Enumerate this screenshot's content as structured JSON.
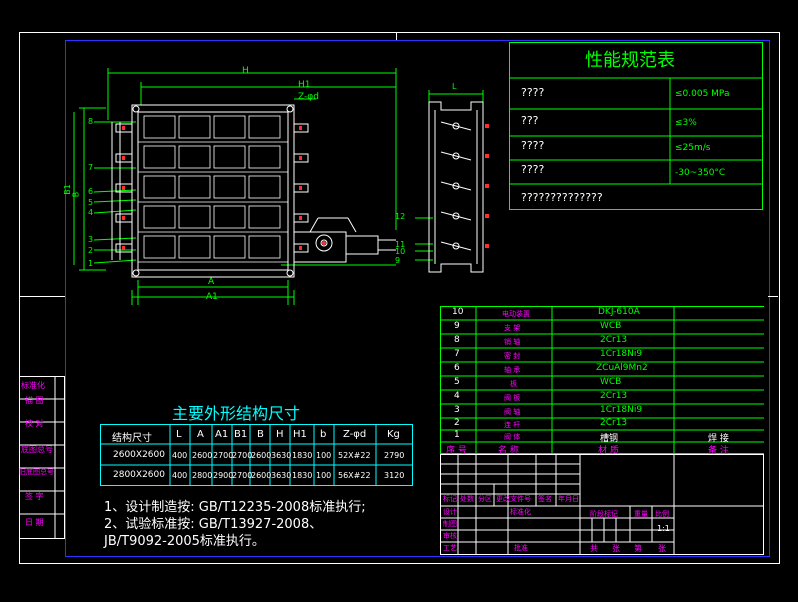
{
  "perf_table": {
    "title": "性能规范表",
    "rows": [
      {
        "label": "????",
        "value": "≤0.005  MPa"
      },
      {
        "label": "???",
        "value": "≤3%"
      },
      {
        "label": "????",
        "value": "≤25m/s"
      },
      {
        "label": "????",
        "value": "-30~350°C"
      }
    ],
    "footer": "??????????????"
  },
  "parts_table": {
    "rows": [
      {
        "no": "10",
        "name": "电动装置",
        "material": "DKJ-610A",
        "note": ""
      },
      {
        "no": "9",
        "name": "支  架",
        "material": "WCB",
        "note": ""
      },
      {
        "no": "8",
        "name": "销  轴",
        "material": "2Cr13",
        "note": ""
      },
      {
        "no": "7",
        "name": "密  封",
        "material": "1Cr18Ni9",
        "note": ""
      },
      {
        "no": "6",
        "name": "轴  承",
        "material": "ZCuAl9Mn2",
        "note": ""
      },
      {
        "no": "5",
        "name": "板",
        "material": "WCB",
        "note": ""
      },
      {
        "no": "4",
        "name": "阀  板",
        "material": "2Cr13",
        "note": ""
      },
      {
        "no": "3",
        "name": "阀  轴",
        "material": "1Cr18Ni9",
        "note": ""
      },
      {
        "no": "2",
        "name": "连  杆",
        "material": "2Cr13",
        "note": ""
      },
      {
        "no": "1",
        "name": "阀  体",
        "material": "槽钢",
        "note": "焊  接"
      }
    ],
    "header": {
      "no": "序 号",
      "name": "名  称",
      "material": "材  质",
      "note": "备  注"
    }
  },
  "dims_table": {
    "title": "主要外形结构尺寸",
    "headers": [
      "结构尺寸",
      "L",
      "A",
      "A1",
      "B1",
      "B",
      "H",
      "H1",
      "b",
      "Z-φd",
      "Kg"
    ],
    "rows": [
      [
        "2600X2600",
        "400",
        "2600",
        "2700",
        "2700",
        "2600",
        "3630",
        "1830",
        "100",
        "52X#22",
        "2790"
      ],
      [
        "2800X2600",
        "400",
        "2800",
        "2900",
        "2700",
        "2600",
        "3630",
        "1830",
        "100",
        "56X#22",
        "3120"
      ]
    ]
  },
  "notes": [
    "1、设计制造按: GB/T12235-2008标准执行;",
    "2、试验标准按: GB/T13927-2008、",
    "JB/T9092-2005标准执行。"
  ],
  "dims": {
    "H": "H",
    "H1": "H1",
    "Z": "Z-φd",
    "A": "A",
    "A1": "A1",
    "B": "B",
    "B1": "B1",
    "L": "L"
  },
  "front_callouts": [
    "8",
    "7",
    "6",
    "5",
    "4",
    "3",
    "2",
    "1"
  ],
  "side_callouts": [
    "12",
    "11",
    "10",
    "9"
  ],
  "left_strip": [
    "标准化",
    "描 图",
    "校 对",
    "底图总号",
    "旧底图总号",
    "签 字",
    "日 期"
  ],
  "title_block": {
    "rev_headers": [
      "标记",
      "处数",
      "分区",
      "更改文件号",
      "签名",
      "年月日"
    ],
    "roles": [
      "设计",
      "标准化",
      "制图",
      "审核",
      "工艺",
      "批准"
    ],
    "stage_headers": [
      "阶段标记",
      "重量",
      "比例"
    ],
    "scale": "1:1",
    "sheet": [
      "共",
      "张",
      "第",
      "张"
    ]
  },
  "colors": {
    "frame": "#ffffff",
    "border": "#3030ff",
    "drawing": "#ffffff",
    "dimension": "#00ff00",
    "table_line": "#00ff00",
    "text_green": "#00ff00",
    "text_cyan": "#00ffff",
    "text_magenta": "#ff00ff",
    "text_yellow": "#ffff00",
    "text_red": "#ff3030"
  }
}
